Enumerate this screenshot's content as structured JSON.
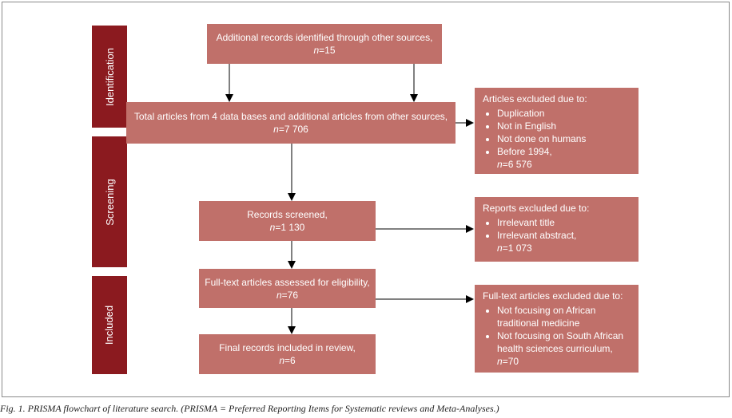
{
  "stages": {
    "identification": "Identification",
    "screening": "Screening",
    "included": "Included"
  },
  "boxes": {
    "additional": {
      "text": "Additional records identified through other sources,",
      "n_prefix": "n",
      "n_value": "=15"
    },
    "total": {
      "text": "Total articles from 4 data bases and additional articles from other sources,",
      "n_prefix": "n",
      "n_value": "=7 706"
    },
    "screened": {
      "text": "Records screened,",
      "n_prefix": "n",
      "n_value": "=1 130"
    },
    "fulltext": {
      "text": "Full-text articles assessed for eligibility,",
      "n_prefix": "n",
      "n_value": "=76"
    },
    "final": {
      "text": "Final records included in review,",
      "n_prefix": "n",
      "n_value": "=6"
    }
  },
  "excluded": {
    "articles": {
      "title": "Articles excluded due to:",
      "items": [
        "Duplication",
        "Not in English",
        "Not done on humans",
        "Before 1994,"
      ],
      "n_prefix": "n",
      "n_value": "=6 576"
    },
    "reports": {
      "title": "Reports excluded due to:",
      "items": [
        "Irrelevant title",
        "Irrelevant abstract,"
      ],
      "n_prefix": "n",
      "n_value": "=1 073"
    },
    "fulltext": {
      "title": "Full-text articles excluded due to:",
      "items": [
        "Not focusing on African traditional medicine",
        "Not focusing on South African health sciences curriculum,"
      ],
      "n_prefix": "n",
      "n_value": "=70"
    }
  },
  "caption": "Fig. 1. PRISMA flowchart of literature search. (PRISMA = Preferred Reporting Items for Systematic reviews and Meta-Analyses.)",
  "colors": {
    "stage": "#8b1a1f",
    "box": "#c0706a",
    "frame": "#8a8a8a"
  }
}
